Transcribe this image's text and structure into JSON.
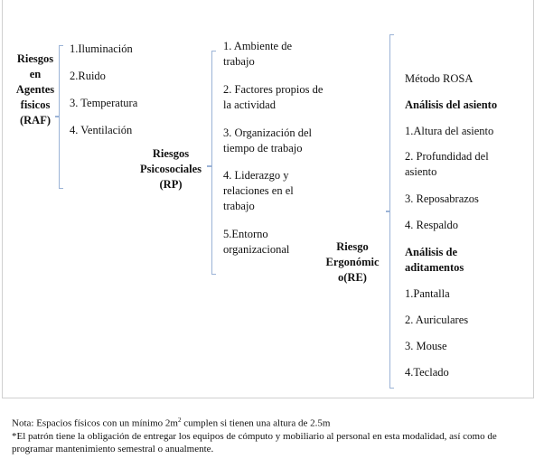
{
  "raf": {
    "title": [
      "Riesgos",
      "en",
      "Agentes",
      "fisicos",
      "(RAF)"
    ],
    "items": [
      "1.Iluminación",
      "2.Ruido",
      "3. Temperatura",
      "4. Ventilación"
    ]
  },
  "rp": {
    "title": [
      "Riesgos",
      "Psicosociales",
      "(RP)"
    ],
    "items": [
      [
        "1. Ambiente de",
        "trabajo"
      ],
      [
        "2. Factores propios de",
        "la actividad"
      ],
      [
        "3. Organización del",
        "tiempo de trabajo"
      ],
      [
        "4. Liderazgo y",
        "relaciones en el",
        "trabajo"
      ],
      [
        "5.Entorno",
        "organizacional"
      ]
    ]
  },
  "re": {
    "title": [
      "Riesgo",
      "Ergonómic",
      "o(RE)"
    ],
    "method": "Método ROSA",
    "seat_heading": "Análisis del asiento",
    "seat_items": [
      [
        "1.Altura del asiento"
      ],
      [
        "2. Profundidad del",
        "asiento"
      ],
      [
        "3. Reposabrazos"
      ],
      [
        "4. Respaldo"
      ]
    ],
    "acc_heading": [
      "Análisis de",
      "aditamentos"
    ],
    "acc_items": [
      "1.Pantalla",
      "2. Auriculares",
      "3. Mouse",
      "4.Teclado"
    ]
  },
  "note": {
    "label": "Nota:",
    "line1_a": " Espacios físicos con un mínimo 2m",
    "sup": "2",
    "line1_b": "  cumplen si tienen una  altura de 2.5m",
    "line2": "*El patrón tiene la obligación de entregar los equipos de cómputo y mobiliario al personal en esta modalidad, así como de programar mantenimiento semestral o anualmente."
  }
}
